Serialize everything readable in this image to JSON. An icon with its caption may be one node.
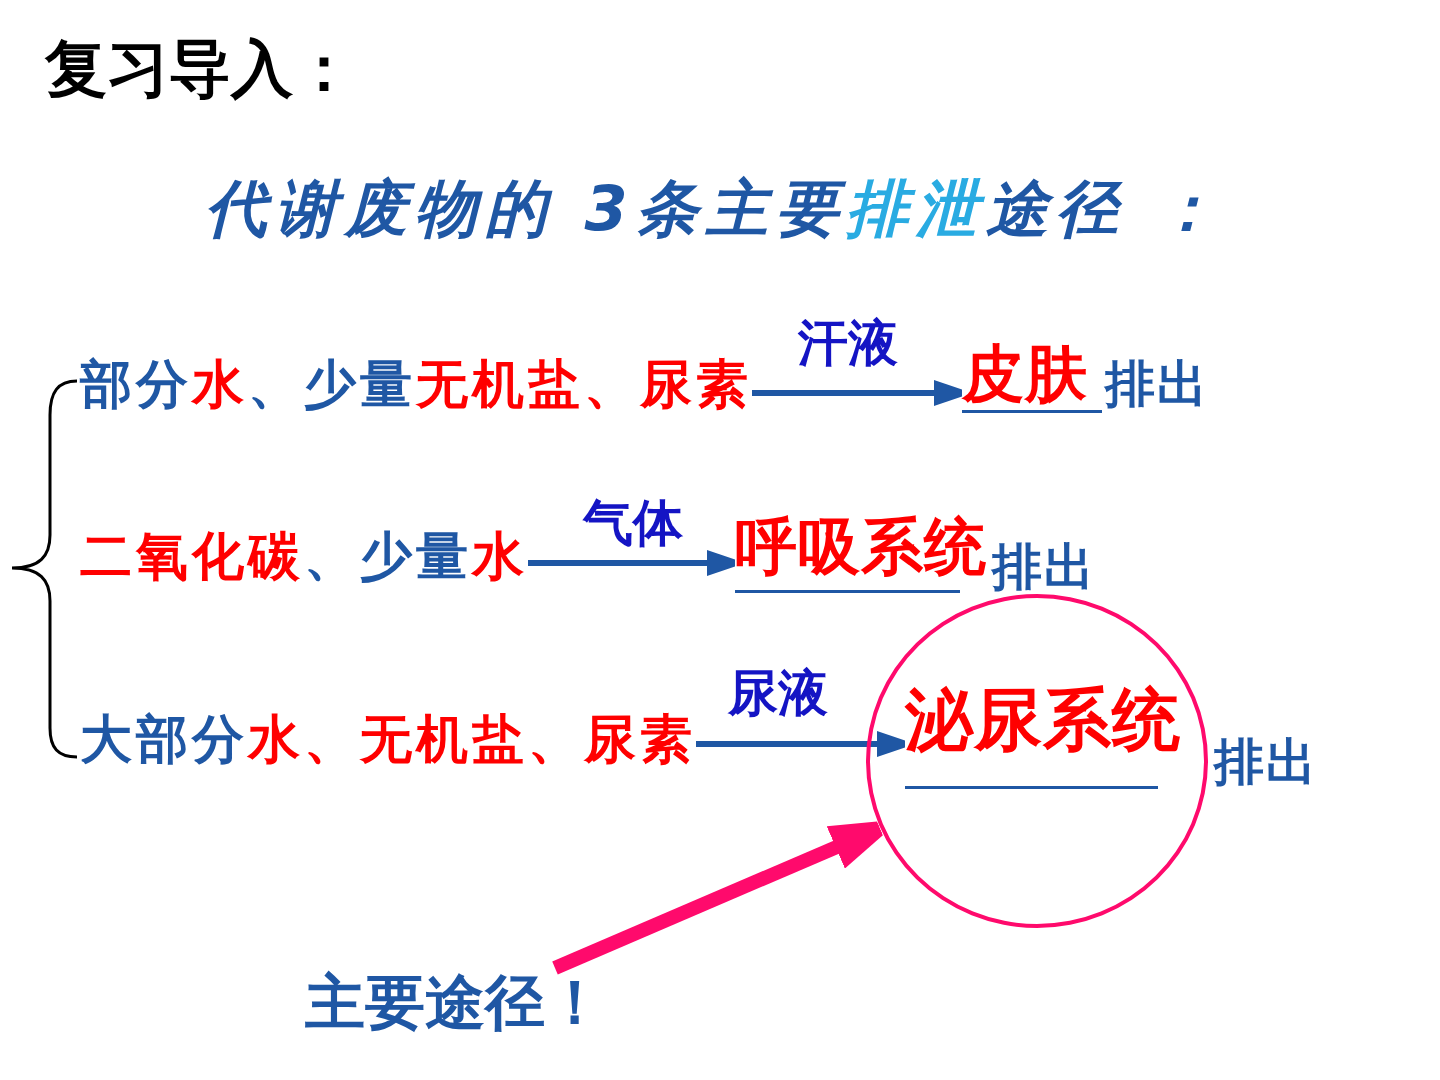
{
  "diagram": {
    "title": "复习导入：",
    "nodes": [
      {
        "text": [
          "部分**水**、少量**无机盐、尿素**"
        ]
      },
      {
        "text": [
          "皮肤"
        ],
        "beside": [
          "排出"
        ]
      },
      {
        "text": [
          "**二氧化碳**、少量**水**"
        ]
      },
      {
        "text": [
          "呼吸系统"
        ],
        "beside": [
          "排出"
        ]
      },
      {
        "text": [
          "大部分**水、无机盐、尿素**"
        ]
      },
      {
        "text": [],
        "shape": "circle"
      },
      {
        "text": [
          "泌尿系统"
        ],
        "in": 5,
        "beside": [
          "排出"
        ]
      },
      {
        "text": [
          "主要途径！"
        ]
      }
    ],
    "edges": [
      {
        "from": 0,
        "to": 1,
        "arrow": "to",
        "label": "汗液"
      },
      {
        "from": 2,
        "to": 3,
        "arrow": "to",
        "label": "气体"
      },
      {
        "from": 4,
        "to": 6,
        "arrow": "to",
        "label": "尿液"
      },
      {
        "from": 7,
        "to": 5,
        "arrow": "to",
        "style": "thick",
        "color": "#ff0a6c"
      }
    ],
    "labels": [
      "代谢废物的 3条主要**排泄**途径 ："
    ]
  }
}
